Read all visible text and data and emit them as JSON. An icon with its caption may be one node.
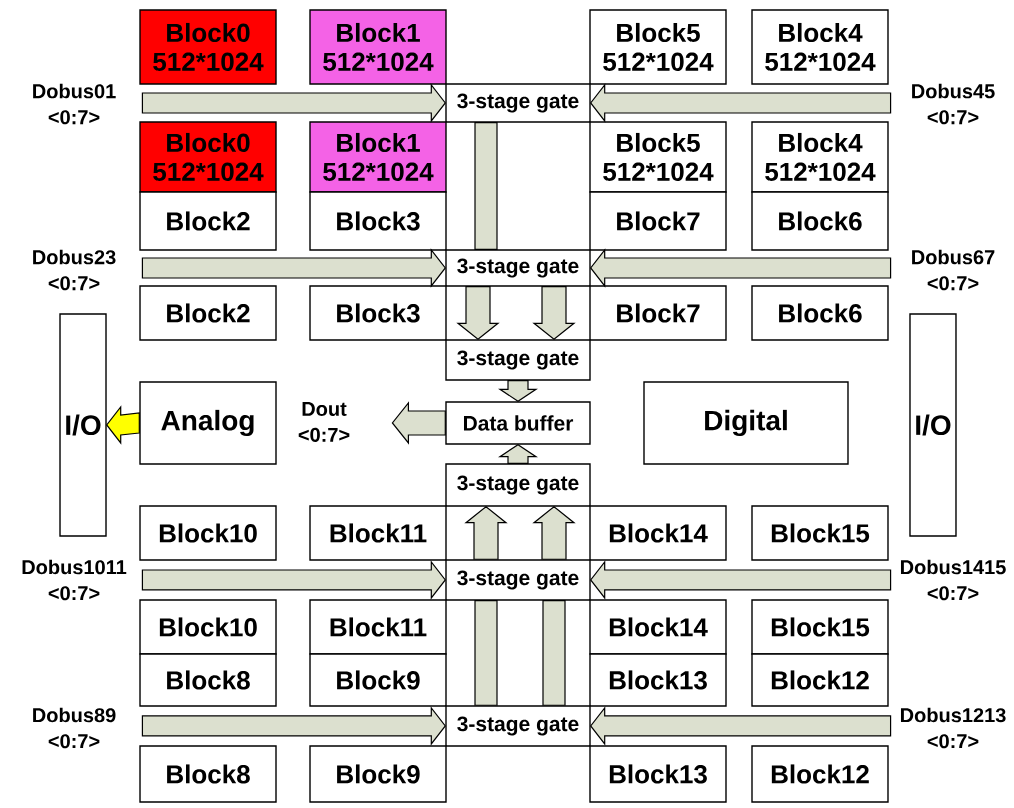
{
  "diagram": {
    "nodes": [
      {
        "text": [
          "Block0",
          "512*1024"
        ]
      },
      {
        "text": [
          "Block1",
          "512*1024"
        ]
      },
      {
        "text": [
          "Block5",
          "512*1024"
        ]
      },
      {
        "text": [
          "Block4",
          "512*1024"
        ]
      },
      {
        "text": [
          "Dobus01 <0:7>"
        ]
      },
      {
        "text": [
          "3-stage gate"
        ]
      },
      {
        "text": [
          "Dobus45 <0:7>"
        ]
      },
      {
        "text": [
          "Block0",
          "512*1024"
        ]
      },
      {
        "text": [
          "Block1",
          "512*1024"
        ]
      },
      {
        "text": [
          "Block5",
          "512*1024"
        ]
      },
      {
        "text": [
          "Block4",
          "512*1024"
        ]
      },
      {
        "text": [
          "Block2"
        ]
      },
      {
        "text": [
          "Block3"
        ]
      },
      {
        "text": [
          "Block7"
        ]
      },
      {
        "text": [
          "Block6"
        ]
      },
      {
        "text": [
          "Dobus23 <0:7>"
        ]
      },
      {
        "text": [
          "3-stage gate"
        ]
      },
      {
        "text": [
          "Dobus67 <0:7>"
        ]
      },
      {
        "text": [
          "Block2"
        ]
      },
      {
        "text": [
          "Block3"
        ]
      },
      {
        "text": [
          "Block7"
        ]
      },
      {
        "text": [
          "Block6"
        ]
      },
      {
        "text": [
          "3-stage gate"
        ]
      },
      {
        "text": [
          "I/O"
        ]
      },
      {
        "text": [
          "Analog"
        ]
      },
      {
        "text": [
          "Dout <0:7>"
        ]
      },
      {
        "text": [
          "Data buffer"
        ]
      },
      {
        "text": [
          "Digital"
        ]
      },
      {
        "text": [
          "I/O"
        ]
      },
      {
        "text": [
          "3-stage gate"
        ]
      },
      {
        "text": [
          "Block10"
        ]
      },
      {
        "text": [
          "Block11"
        ]
      },
      {
        "text": [
          "Block14"
        ]
      },
      {
        "text": [
          "Block15"
        ]
      },
      {
        "text": [
          "Dobus1011 <0:7>"
        ]
      },
      {
        "text": [
          "3-stage gate"
        ]
      },
      {
        "text": [
          "Dobus1415 <0:7>"
        ]
      },
      {
        "text": [
          "Block10"
        ]
      },
      {
        "text": [
          "Block11"
        ]
      },
      {
        "text": [
          "Block14"
        ]
      },
      {
        "text": [
          "Block15"
        ]
      },
      {
        "text": [
          "Block8"
        ]
      },
      {
        "text": [
          "Block9"
        ]
      },
      {
        "text": [
          "Block13"
        ]
      },
      {
        "text": [
          "Block12"
        ]
      },
      {
        "text": [
          "Dobus89 <0:7>"
        ]
      },
      {
        "text": [
          "3-stage gate"
        ]
      },
      {
        "text": [
          "Dobus1213 <0:7>"
        ]
      },
      {
        "text": [
          "Block8"
        ]
      },
      {
        "text": [
          "Block9"
        ]
      },
      {
        "text": [
          "Block13"
        ]
      },
      {
        "text": [
          "Block12"
        ]
      }
    ],
    "edges": [
      {
        "from": 4,
        "to": 5,
        "arrow": "to"
      },
      {
        "from": 6,
        "to": 5,
        "arrow": "to"
      },
      {
        "from": 5,
        "to": 16,
        "arrow": "none"
      },
      {
        "from": 15,
        "to": 16,
        "arrow": "to"
      },
      {
        "from": 17,
        "to": 16,
        "arrow": "to"
      },
      {
        "from": 16,
        "to": 22,
        "arrow": "to"
      },
      {
        "from": 16,
        "to": 22,
        "arrow": "to"
      },
      {
        "from": 22,
        "to": 26,
        "arrow": "to"
      },
      {
        "from": 26,
        "to": 25,
        "arrow": "to"
      },
      {
        "from": 24,
        "to": 23,
        "arrow": "to",
        "color": "#ffff00"
      },
      {
        "from": 29,
        "to": 26,
        "arrow": "to"
      },
      {
        "from": 35,
        "to": 29,
        "arrow": "to"
      },
      {
        "from": 35,
        "to": 29,
        "arrow": "to"
      },
      {
        "from": 34,
        "to": 35,
        "arrow": "to"
      },
      {
        "from": 36,
        "to": 35,
        "arrow": "to"
      },
      {
        "from": 46,
        "to": 35,
        "arrow": "none"
      },
      {
        "from": 46,
        "to": 35,
        "arrow": "none"
      },
      {
        "from": 45,
        "to": 46,
        "arrow": "to"
      },
      {
        "from": 47,
        "to": 46,
        "arrow": "to"
      }
    ]
  }
}
